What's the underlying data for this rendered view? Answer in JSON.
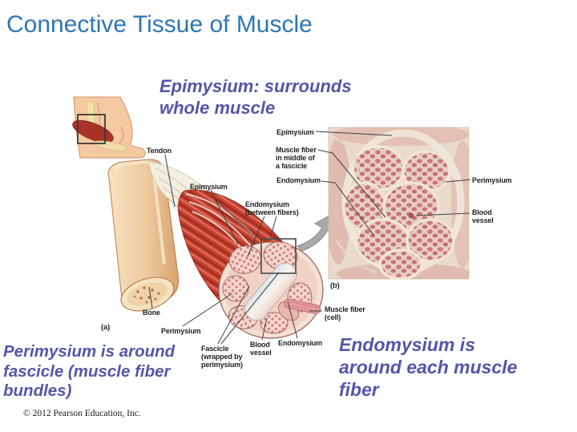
{
  "slide": {
    "title": "Connective Tissue of Muscle",
    "copyright": "© 2012 Pearson Education, Inc."
  },
  "annotations": {
    "epimysium": {
      "lines": [
        "Epimysium: surrounds",
        "whole muscle"
      ]
    },
    "perimysium": {
      "lines": [
        "Perimysium is around",
        "fascicle (muscle fiber",
        "bundles)"
      ]
    },
    "endomysium": {
      "lines": [
        "Endomysium is",
        "around each muscle",
        "fiber"
      ]
    }
  },
  "diagram": {
    "panel_label": "(a)",
    "labels": {
      "tendon": "Tendon",
      "epimysium": "Epimysium",
      "endomysium_between": {
        "lines": [
          "Endomysium",
          "(between fibers)"
        ]
      },
      "bone": "Bone",
      "perimysium": "Perimysium",
      "fascicle": {
        "lines": [
          "Fascicle",
          "(wrapped by",
          "perimysium)"
        ]
      },
      "blood_vessel": {
        "lines": [
          "Blood",
          "vessel"
        ]
      },
      "endomysium": "Endomysium",
      "muscle_fiber": {
        "lines": [
          "Muscle fiber",
          "(cell)"
        ]
      }
    }
  },
  "micrograph": {
    "panel_label": "(b)",
    "labels": {
      "epimysium": "Epimysium",
      "muscle_fiber": {
        "lines": [
          "Muscle fiber",
          "in middle of",
          "a fascicle"
        ]
      },
      "endomysium": "Endomysium",
      "perimysium": "Perimysium",
      "blood_vessel": {
        "lines": [
          "Blood",
          "vessel"
        ]
      }
    }
  },
  "colors": {
    "title_blue": "#2E76B5",
    "annotation_purple": "#5456A8",
    "label_black": "#1F1F1F",
    "muscle_red": "#C5402F",
    "bone_tan": "#EEC99E",
    "micrograph_pink": "#CC7880"
  }
}
